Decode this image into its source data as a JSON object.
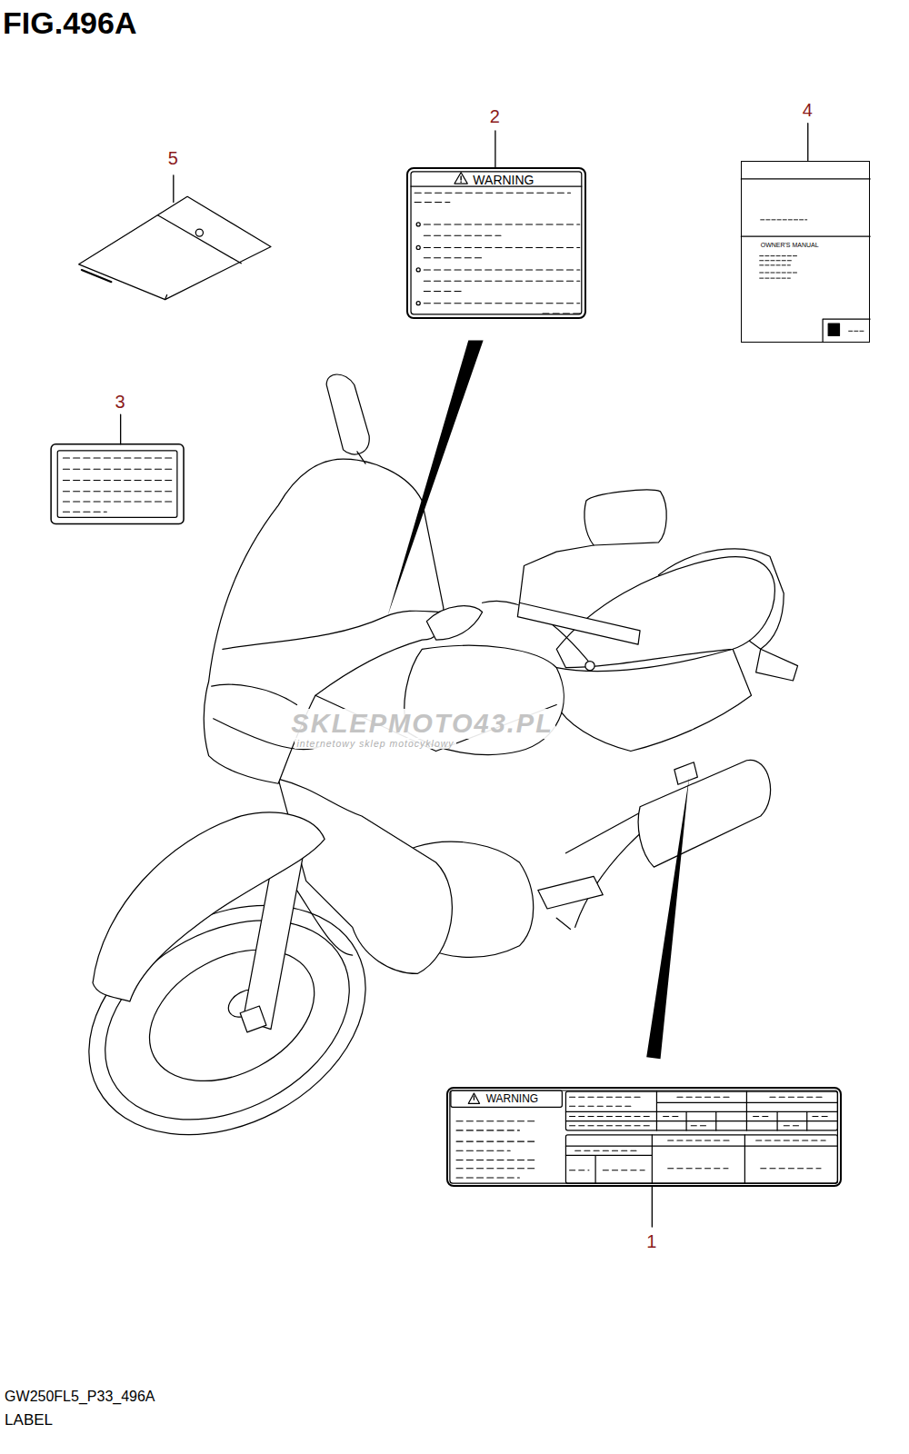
{
  "diagram": {
    "title": "FIG.496A",
    "caption": "GW250FL5_P33_496A",
    "nodes": [
      {
        "text": [
          "WARNING"
        ]
      },
      {
        "text": [
          "OWNER'S MANUAL"
        ]
      },
      {
        "text": [
          "WARNING"
        ]
      }
    ],
    "labels": [
      "5",
      "2",
      "4",
      "3",
      "SKLEPMOTO43.PL",
      "internetowy sklep motocyklowy",
      "1",
      "LABEL"
    ]
  }
}
